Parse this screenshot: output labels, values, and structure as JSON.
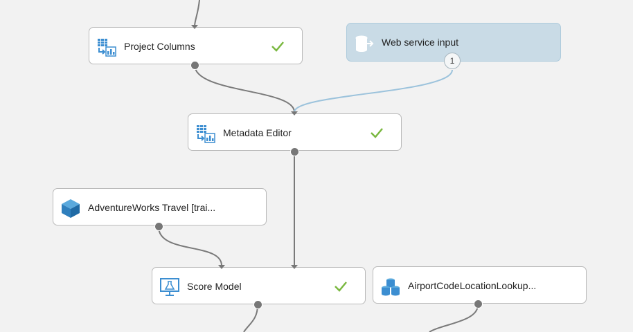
{
  "canvas": {
    "nodes": {
      "project_columns": {
        "label": "Project Columns",
        "status": "complete",
        "icon": "project-columns-icon"
      },
      "web_service_input": {
        "label": "Web service input",
        "port_label": "1",
        "icon": "web-service-input-icon"
      },
      "metadata_editor": {
        "label": "Metadata Editor",
        "status": "complete",
        "icon": "metadata-editor-icon"
      },
      "adventureworks": {
        "label": "AdventureWorks Travel [trai...",
        "icon": "trained-model-icon"
      },
      "score_model": {
        "label": "Score Model",
        "status": "complete",
        "icon": "score-model-icon"
      },
      "airport_lookup": {
        "label": "AirportCodeLocationLookup...",
        "icon": "dataset-icon"
      }
    }
  },
  "colors": {
    "canvas_bg": "#f2f2f2",
    "node_border": "#b9b9b9",
    "web_service_fill": "#c9dbe6",
    "web_service_wire": "#9cc3dc",
    "wire": "#7a7a7a",
    "check": "#7ab840",
    "icon_blue": "#3c8ed1"
  }
}
